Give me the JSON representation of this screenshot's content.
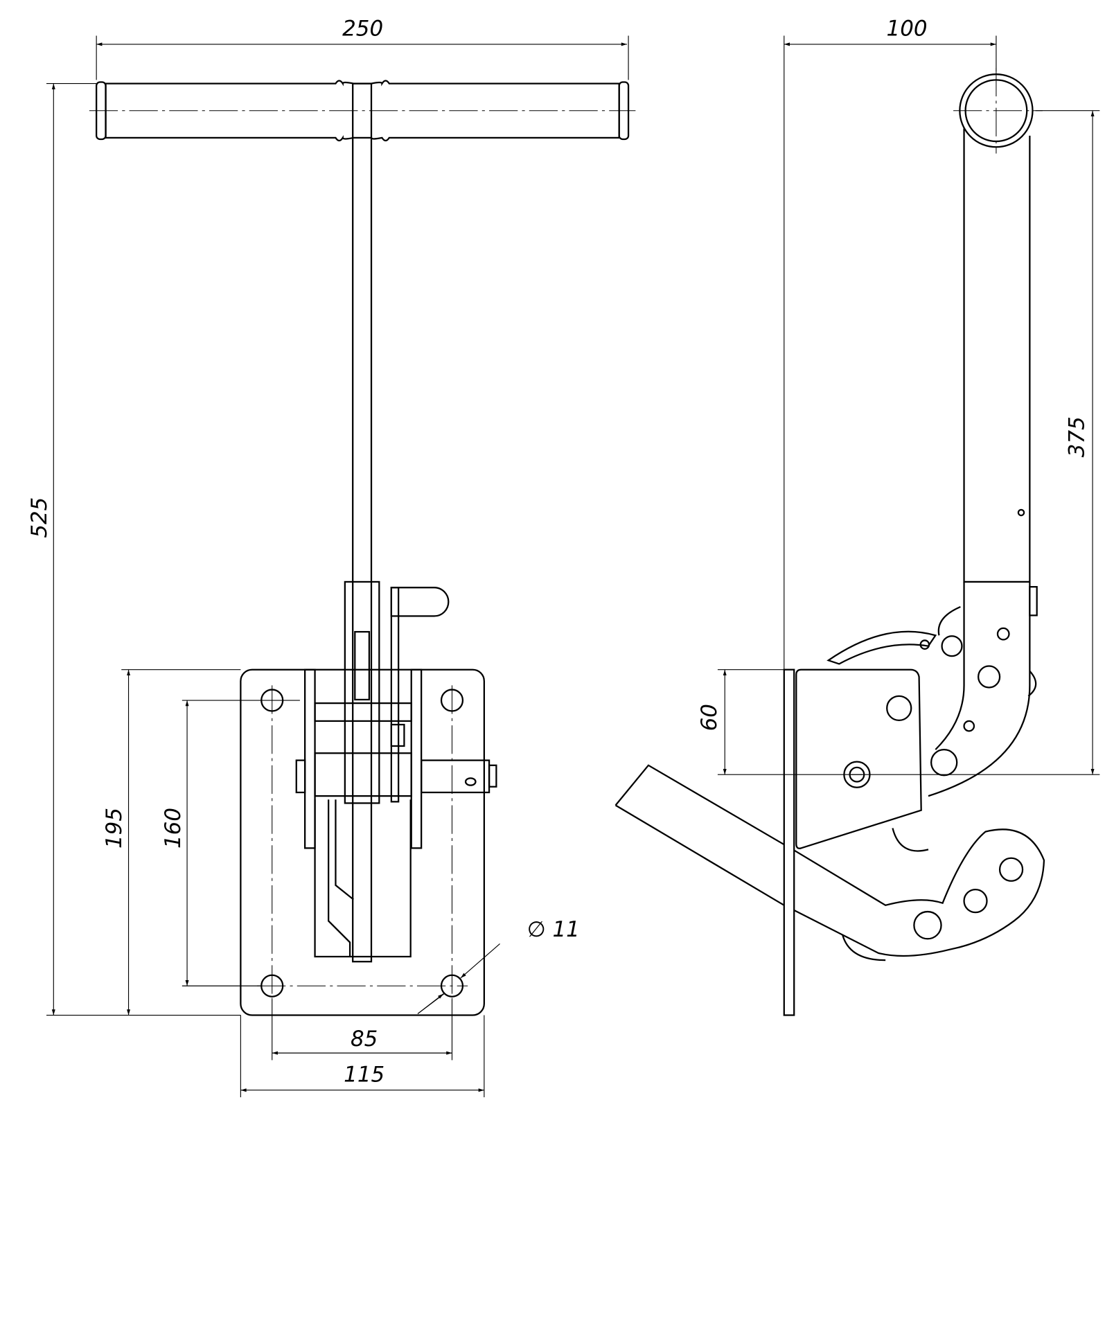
{
  "drawing": {
    "front_view": {
      "dimensions": {
        "handle_width": "250",
        "total_height": "525",
        "plate_height": "195",
        "hole_spacing_vertical": "160",
        "hole_spacing_horizontal": "85",
        "plate_width": "115",
        "hole_diameter": "∅ 11"
      }
    },
    "side_view": {
      "dimensions": {
        "handle_offset": "100",
        "lever_height": "375",
        "plate_offset": "60"
      }
    },
    "colors": {
      "line": "#000000",
      "background": "#ffffff"
    }
  }
}
